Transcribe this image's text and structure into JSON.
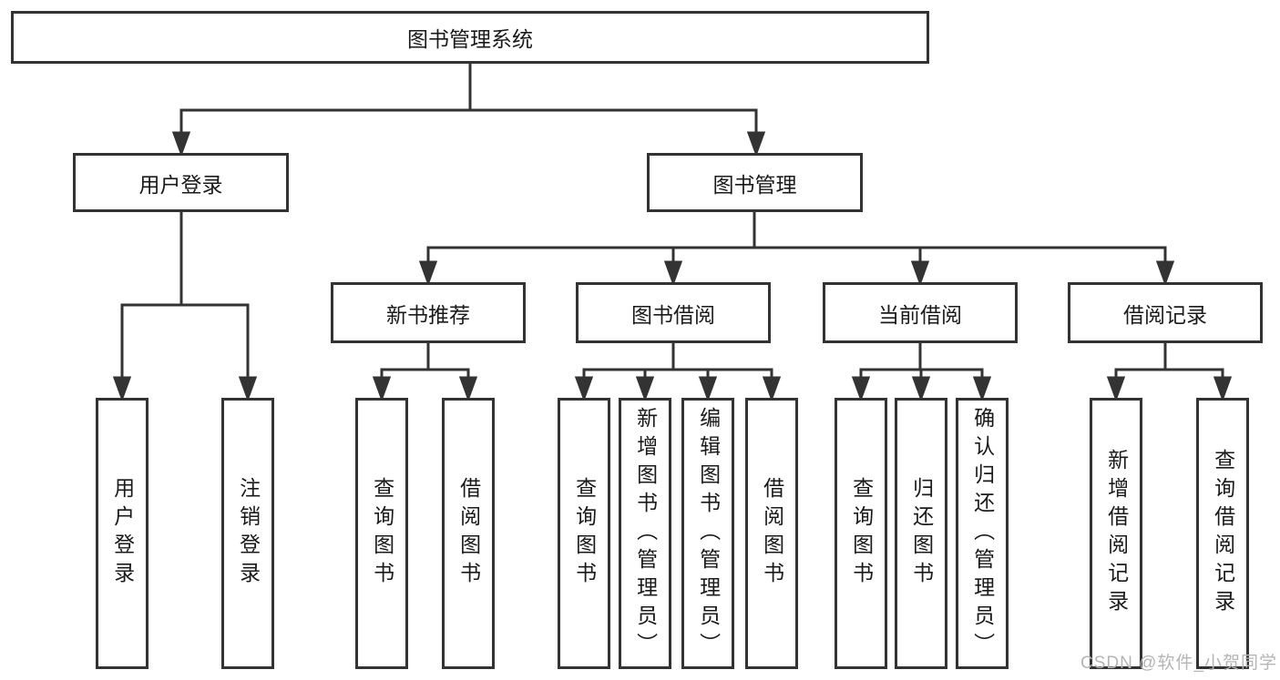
{
  "diagram": {
    "title": "图书管理系统",
    "nodes": {
      "root": {
        "label": "图书管理系统"
      },
      "level2": [
        {
          "label": "用户登录"
        },
        {
          "label": "图书管理"
        }
      ],
      "level3": [
        {
          "label": "新书推荐"
        },
        {
          "label": "图书借阅"
        },
        {
          "label": "当前借阅"
        },
        {
          "label": "借阅记录"
        }
      ],
      "leaves": [
        {
          "label": "用户登录"
        },
        {
          "label": "注销登录"
        },
        {
          "label": "查询图书"
        },
        {
          "label": "借阅图书"
        },
        {
          "label": "查询图书"
        },
        {
          "label": "新增图书（管理员）"
        },
        {
          "label": "编辑图书（管理员）"
        },
        {
          "label": "借阅图书"
        },
        {
          "label": "查询图书"
        },
        {
          "label": "归还图书"
        },
        {
          "label": "确认归还（管理员）"
        },
        {
          "label": "新增借阅记录"
        },
        {
          "label": "查询借阅记录"
        }
      ]
    },
    "watermark": {
      "text": "CSDN @软件_小贺同学"
    },
    "colors": {
      "line": "#333333",
      "box_border": "#333333",
      "text": "#1a1a1a",
      "watermark": "#b5b5b5",
      "background": "#ffffff"
    }
  }
}
